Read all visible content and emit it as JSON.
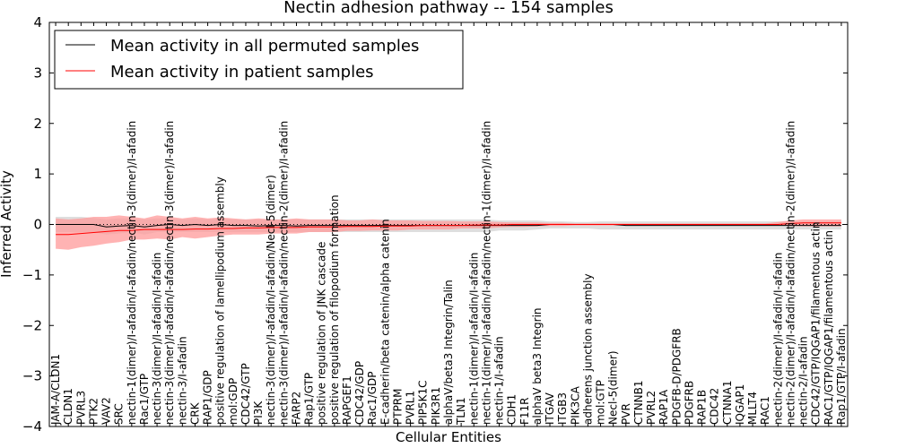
{
  "chart_data": {
    "type": "line",
    "title": "Nectin adhesion pathway -- 154 samples",
    "xlabel": "Cellular Entities",
    "ylabel": "Inferred Activity",
    "ylim": [
      -4,
      4
    ],
    "yticks": [
      "−4",
      "−3",
      "−2",
      "−1",
      "0",
      "1",
      "2",
      "3",
      "4"
    ],
    "grid": false,
    "legend_position": "upper-left",
    "categories": [
      "JAM-A/CLDN1",
      "CLDN1",
      "PVRL3",
      "PTK2",
      "VAV2",
      "SRC",
      "nectin-1(dimer)/I-afadin/I-afadin/nectin-3(dimer)/I-afadin",
      "Rac1/GTP",
      "nectin-3(dimer)/I-afadin/I-afadin",
      "nectin-3(dimer)/I-afadin/I-afadin/nectin-3(dimer)/I-afadin",
      "nectin-3/I-afadin",
      "CRK",
      "RAP1/GDP",
      "positive regulation of lamellipodium assembly",
      "mol:GDP",
      "CDC42/GTP",
      "PI3K",
      "nectin-3(dimer)/I-afadin/I-afadin/Necl-5(dimer)",
      "nectin-3(dimer)/I-afadin/I-afadin/nectin-2(dimer)/I-afadin",
      "FARP2",
      "Rap1/GTP",
      "positive regulation of JNK cascade",
      "positive regulation of filopodium formation",
      "RAPGEF1",
      "CDC42/GDP",
      "Rac1/GDP",
      "E-cadherin/beta catenin/alpha catenin",
      "PTPRM",
      "PVRL1",
      "PIP5K1C",
      "PIK3R1",
      "alphaV/beta3 Integrin/Talin",
      "TLN1",
      "nectin-1(dimer)/I-afadin/I-afadin",
      "nectin-1(dimer)/I-afadin/I-afadin/nectin-1(dimer)/I-afadin",
      "nectin-1/I-afadin",
      "CDH1",
      "F11R",
      "alphaV beta3 Integrin",
      "ITGAV",
      "ITGB3",
      "PIK3CA",
      "adherens junction assembly",
      "mol:GTP",
      "Necl-5(dimer)",
      "PVR",
      "CTNNB1",
      "PVRL2",
      "RAP1A",
      "PDGFB-D/PDGFRB",
      "PDGFRB",
      "RAP1B",
      "CDC42",
      "CTNNA1",
      "IQGAP1",
      "MLLT4",
      "RAC1",
      "nectin-2(dimer)/I-afadin/I-afadin",
      "nectin-2(dimer)/I-afadin/I-afadin/nectin-2(dimer)/I-afadin",
      "nectin-2/I-afadin",
      "CDC42/GTP/IQGAP1/filamentous actin",
      "RAC1/GTP/IQGAP1/filamentous actin",
      "Rap1/GTP/I-afadin"
    ],
    "series": [
      {
        "name": "Mean activity in all permuted samples",
        "color": "#000000",
        "band_color": "#d3d3d3",
        "values": [
          0.0,
          0.0,
          0.0,
          0.0,
          -0.05,
          -0.03,
          -0.02,
          -0.05,
          -0.02,
          0.0,
          -0.02,
          0.0,
          -0.02,
          0.0,
          -0.02,
          -0.02,
          -0.03,
          -0.02,
          -0.02,
          -0.03,
          -0.02,
          -0.02,
          -0.02,
          -0.02,
          -0.02,
          -0.02,
          -0.02,
          -0.02,
          -0.02,
          -0.02,
          -0.02,
          -0.02,
          -0.02,
          -0.02,
          -0.02,
          -0.02,
          -0.02,
          -0.02,
          -0.02,
          0.0,
          0.0,
          0.0,
          0.0,
          0.0,
          0.0,
          -0.02,
          -0.02,
          -0.02,
          -0.02,
          -0.02,
          -0.02,
          -0.02,
          -0.02,
          -0.02,
          -0.02,
          -0.02,
          -0.02,
          -0.02,
          -0.02,
          -0.02,
          -0.02,
          -0.02,
          -0.02
        ],
        "lower": [
          -0.15,
          -0.15,
          -0.15,
          -0.15,
          -0.2,
          -0.18,
          -0.15,
          -0.2,
          -0.15,
          -0.15,
          -0.15,
          -0.15,
          -0.15,
          -0.15,
          -0.15,
          -0.15,
          -0.15,
          -0.15,
          -0.15,
          -0.15,
          -0.15,
          -0.15,
          -0.15,
          -0.15,
          -0.15,
          -0.15,
          -0.15,
          -0.15,
          -0.15,
          -0.15,
          -0.15,
          -0.15,
          -0.15,
          -0.15,
          -0.15,
          -0.12,
          -0.12,
          -0.12,
          -0.1,
          -0.08,
          -0.08,
          -0.08,
          -0.08,
          -0.1,
          -0.1,
          -0.1,
          -0.1,
          -0.1,
          -0.1,
          -0.1,
          -0.1,
          -0.1,
          -0.1,
          -0.1,
          -0.1,
          -0.1,
          -0.1,
          -0.1,
          -0.1,
          -0.1,
          -0.1,
          -0.1,
          -0.1
        ],
        "upper": [
          0.15,
          0.15,
          0.15,
          0.13,
          0.1,
          0.12,
          0.12,
          0.1,
          0.12,
          0.12,
          0.1,
          0.12,
          0.1,
          0.12,
          0.1,
          0.1,
          0.1,
          0.1,
          0.1,
          0.1,
          0.1,
          0.1,
          0.1,
          0.1,
          0.1,
          0.1,
          0.1,
          0.1,
          0.1,
          0.1,
          0.1,
          0.1,
          0.1,
          0.1,
          0.1,
          0.08,
          0.08,
          0.08,
          0.08,
          0.06,
          0.06,
          0.05,
          0.05,
          0.06,
          0.06,
          0.06,
          0.06,
          0.06,
          0.06,
          0.06,
          0.06,
          0.06,
          0.06,
          0.06,
          0.06,
          0.06,
          0.06,
          0.06,
          0.06,
          0.06,
          0.06,
          0.06,
          0.06
        ]
      },
      {
        "name": "Mean activity in patient samples",
        "color": "#ff0000",
        "band_color": "#ff9999",
        "values": [
          -0.2,
          -0.2,
          -0.18,
          -0.16,
          -0.14,
          -0.12,
          -0.12,
          -0.1,
          -0.1,
          -0.1,
          -0.1,
          -0.09,
          -0.09,
          -0.08,
          -0.08,
          -0.07,
          -0.07,
          -0.06,
          -0.06,
          -0.06,
          -0.05,
          -0.05,
          -0.05,
          -0.04,
          -0.04,
          -0.04,
          -0.03,
          -0.03,
          -0.03,
          -0.02,
          -0.02,
          -0.02,
          -0.02,
          -0.01,
          -0.01,
          -0.01,
          0.0,
          0.0,
          0.0,
          0.0,
          0.0,
          0.0,
          0.0,
          0.0,
          0.0,
          0.0,
          0.0,
          0.0,
          0.0,
          0.0,
          0.0,
          0.0,
          0.0,
          0.0,
          0.0,
          0.0,
          0.0,
          0.0,
          0.02,
          0.03,
          0.03,
          0.03,
          0.03
        ],
        "lower": [
          -0.48,
          -0.5,
          -0.45,
          -0.42,
          -0.38,
          -0.35,
          -0.3,
          -0.3,
          -0.28,
          -0.3,
          -0.25,
          -0.28,
          -0.25,
          -0.22,
          -0.2,
          -0.2,
          -0.2,
          -0.18,
          -0.18,
          -0.18,
          -0.15,
          -0.15,
          -0.15,
          -0.13,
          -0.13,
          -0.12,
          -0.12,
          -0.12,
          -0.1,
          -0.1,
          -0.1,
          -0.1,
          -0.08,
          -0.08,
          -0.08,
          -0.06,
          -0.05,
          -0.05,
          -0.04,
          -0.03,
          -0.03,
          -0.02,
          -0.02,
          -0.02,
          -0.02,
          -0.02,
          -0.02,
          -0.02,
          -0.02,
          -0.02,
          -0.02,
          -0.02,
          -0.02,
          -0.02,
          -0.02,
          -0.02,
          -0.02,
          -0.02,
          -0.03,
          -0.04,
          -0.04,
          -0.04,
          -0.04
        ],
        "upper": [
          0.12,
          0.1,
          0.12,
          0.15,
          0.15,
          0.18,
          0.15,
          0.12,
          0.18,
          0.15,
          0.12,
          0.15,
          0.12,
          0.14,
          0.12,
          0.1,
          0.12,
          0.1,
          0.1,
          0.12,
          0.1,
          0.1,
          0.1,
          0.08,
          0.08,
          0.1,
          0.08,
          0.08,
          0.08,
          0.07,
          0.07,
          0.07,
          0.06,
          0.06,
          0.06,
          0.05,
          0.04,
          0.04,
          0.04,
          0.03,
          0.03,
          0.02,
          0.02,
          0.02,
          0.02,
          0.02,
          0.02,
          0.02,
          0.02,
          0.02,
          0.02,
          0.02,
          0.02,
          0.02,
          0.02,
          0.02,
          0.02,
          0.05,
          0.08,
          0.1,
          0.1,
          0.1,
          0.1
        ]
      }
    ]
  }
}
